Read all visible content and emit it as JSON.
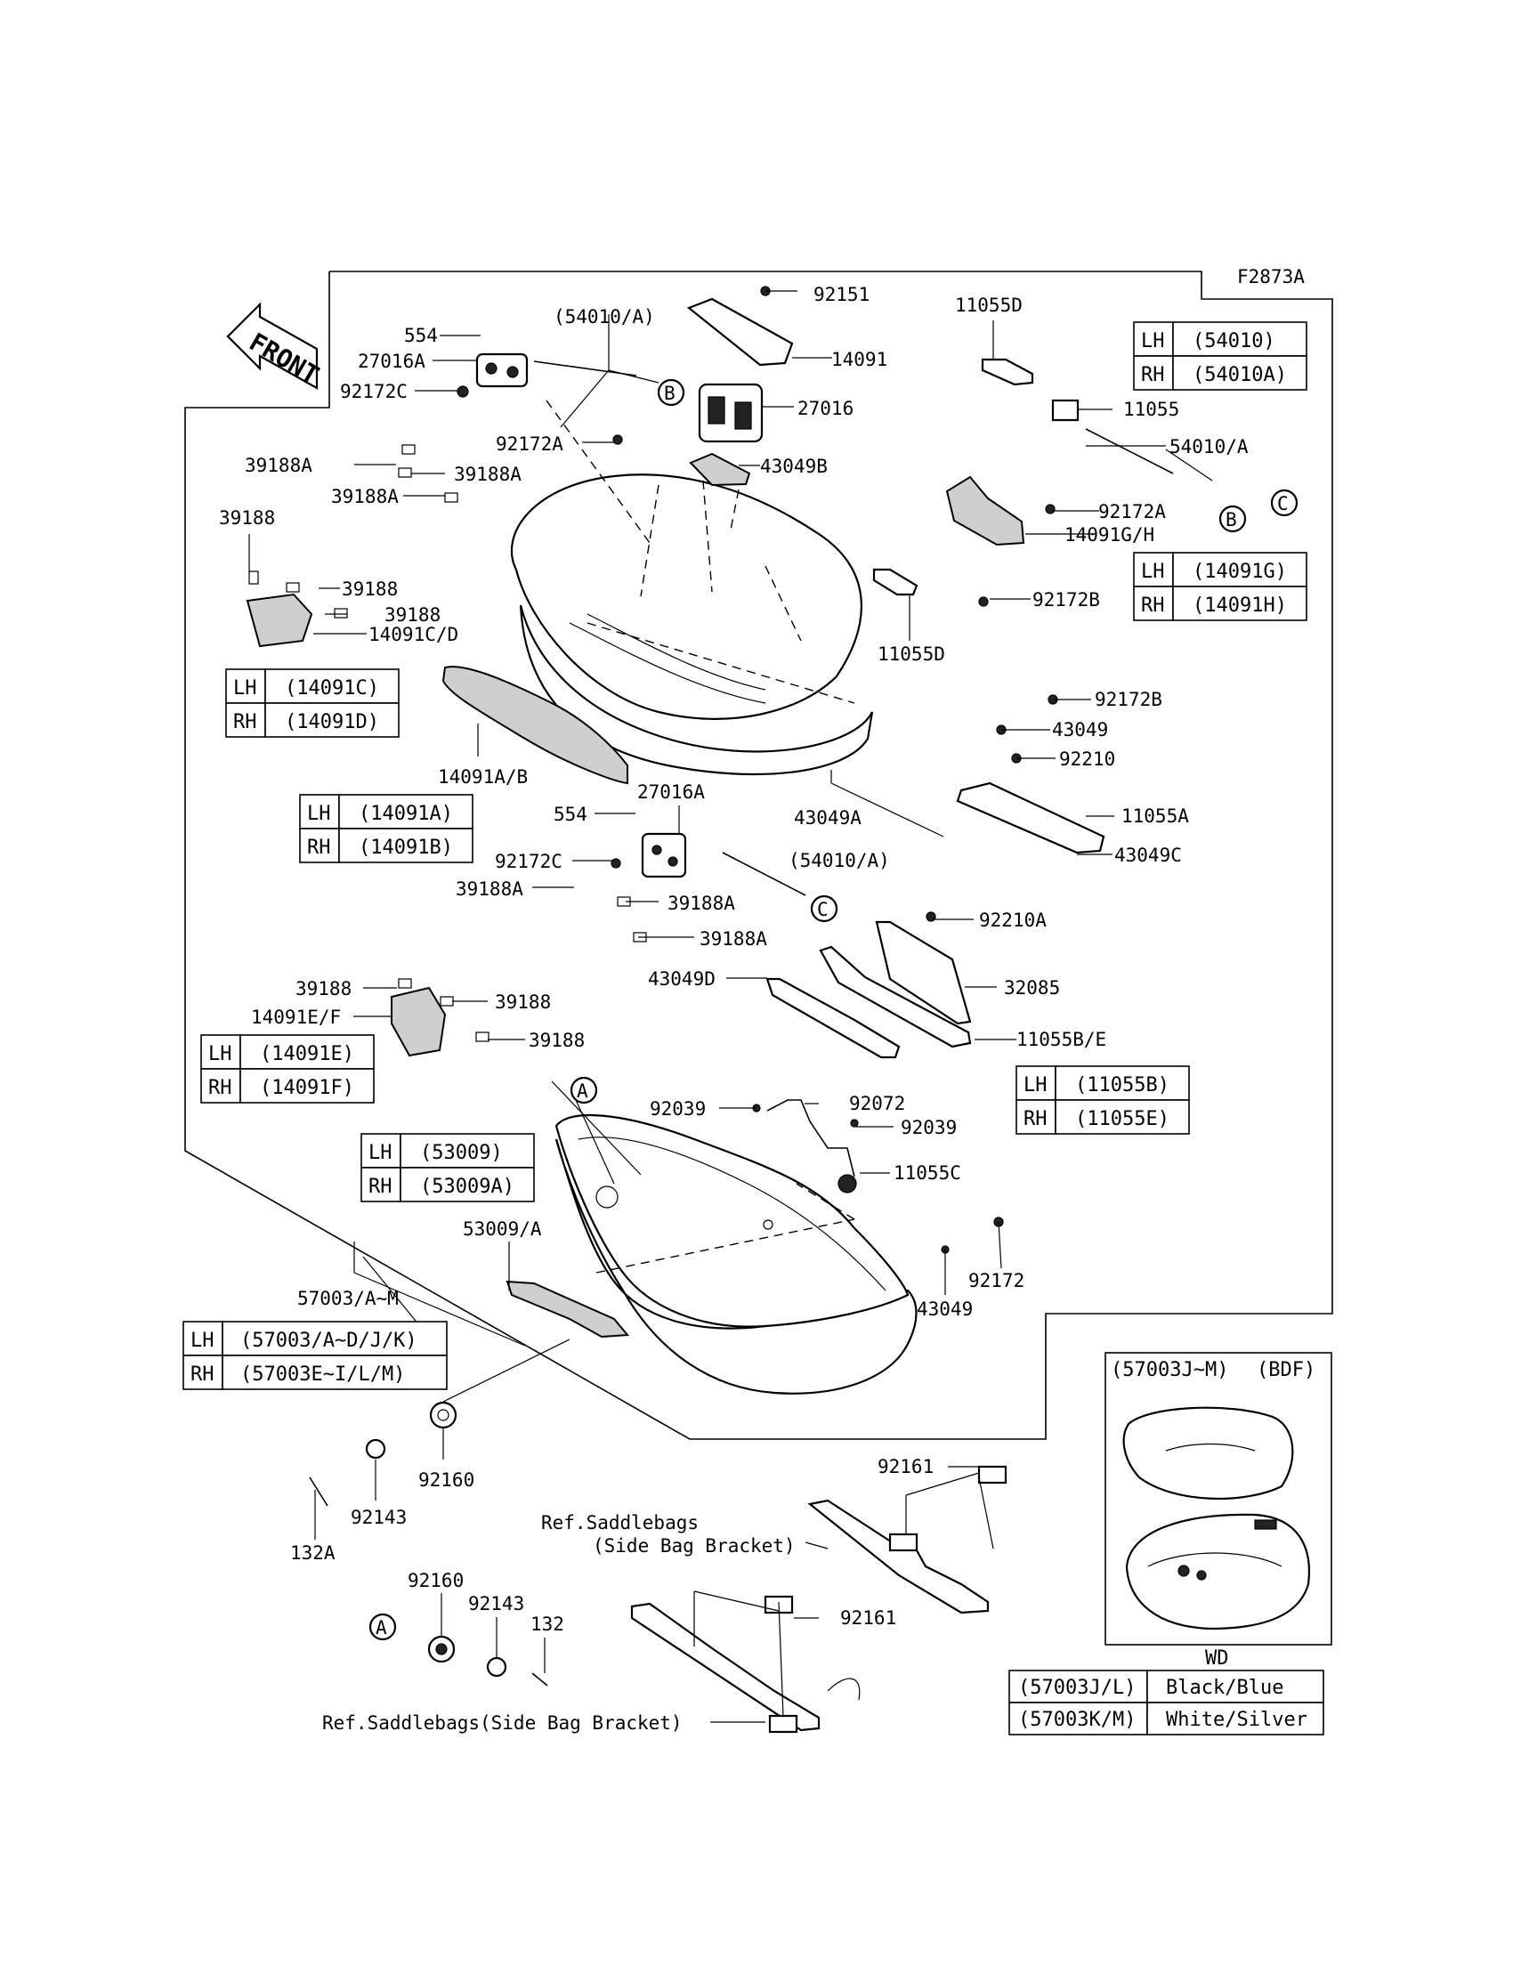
{
  "figure_code": "F2873A",
  "front_label": "FRONT",
  "callouts": [
    "A",
    "B",
    "C"
  ],
  "part_labels": {
    "l92151": "92151",
    "l54010A_top": "(54010/A)",
    "l11055D_top": "11055D",
    "l554_top": "554",
    "l27016A_top": "27016A",
    "l14091": "14091",
    "l92172C_top": "92172C",
    "l27016": "27016",
    "l11055": "11055",
    "l92172A_mid": "92172A",
    "l54010A_right": "54010/A",
    "l39188A_1": "39188A",
    "l39188A_2": "39188A",
    "l43049B": "43049B",
    "l39188A_3": "39188A",
    "l92172A_right": "92172A",
    "l39188_top": "39188",
    "l14091GH": "14091G/H",
    "l39188_1": "39188",
    "l92172B_top": "92172B",
    "l39188_2": "39188",
    "l14091CD": "14091C/D",
    "l11055D_mid": "11055D",
    "l92172B_mid": "92172B",
    "l43049": "43049",
    "l14091AB": "14091A/B",
    "l92210": "92210",
    "l27016A_mid": "27016A",
    "l554_mid": "554",
    "l43049A": "43049A",
    "l11055A": "11055A",
    "l92172C_mid": "92172C",
    "l54010A_mid": "(54010/A)",
    "l43049C": "43049C",
    "l39188A_4": "39188A",
    "l39188A_5": "39188A",
    "l92210A": "92210A",
    "l39188A_6": "39188A",
    "l43049D": "43049D",
    "l32085": "32085",
    "l39188_3": "39188",
    "l39188_4": "39188",
    "l14091EF": "14091E/F",
    "l11055BE": "11055B/E",
    "l39188_5": "39188",
    "l92039_left": "92039",
    "l92072": "92072",
    "l92039_right": "92039",
    "l11055C": "11055C",
    "l53009A": "53009/A",
    "l43049_low": "43049",
    "l92172_low": "92172",
    "l57003AM": "57003/A~M",
    "l92160_a": "92160",
    "l92143_a": "92143",
    "l132A": "132A",
    "l92161_a": "92161",
    "l92161_b": "92161",
    "l92160_b": "92160",
    "l92143_b": "92143",
    "l132": "132",
    "ref1_line1": "Ref.Saddlebags",
    "ref1_line2": "(Side Bag Bracket)",
    "ref2": "Ref.Saddlebags(Side Bag Bracket)"
  },
  "tables": {
    "t54010": [
      [
        "LH",
        "(54010)"
      ],
      [
        "RH",
        "(54010A)"
      ]
    ],
    "t14091GH": [
      [
        "LH",
        "(14091G)"
      ],
      [
        "RH",
        "(14091H)"
      ]
    ],
    "t14091CD": [
      [
        "LH",
        "(14091C)"
      ],
      [
        "RH",
        "(14091D)"
      ]
    ],
    "t14091AB": [
      [
        "LH",
        "(14091A)"
      ],
      [
        "RH",
        "(14091B)"
      ]
    ],
    "t14091EF": [
      [
        "LH",
        "(14091E)"
      ],
      [
        "RH",
        "(14091F)"
      ]
    ],
    "t11055BE": [
      [
        "LH",
        "(11055B)"
      ],
      [
        "RH",
        "(11055E)"
      ]
    ],
    "t53009": [
      [
        "LH",
        "(53009)"
      ],
      [
        "RH",
        "(53009A)"
      ]
    ],
    "t57003": [
      [
        "LH",
        "(57003/A~D/J/K)"
      ],
      [
        "RH",
        "(57003E~I/L/M)"
      ]
    ]
  },
  "inset": {
    "title": "(57003J~M)",
    "code": "(BDF)",
    "caption": "WD"
  },
  "color_table": [
    [
      "(57003J/L)",
      "Black/Blue"
    ],
    [
      "(57003K/M)",
      "White/Silver"
    ]
  ]
}
